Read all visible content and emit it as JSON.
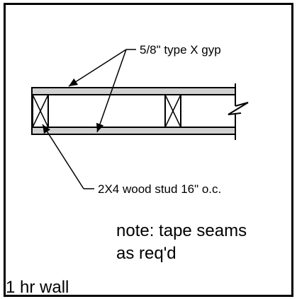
{
  "labels": {
    "gypsum": "5/8\" type X gyp",
    "stud": "2X4 wood stud 16\" o.c.",
    "note_line1": "note: tape seams",
    "note_line2": "as req'd",
    "title": "1 hr wall"
  },
  "colors": {
    "line": "#000000",
    "fill": "#d0d0d0",
    "background": "#ffffff"
  }
}
